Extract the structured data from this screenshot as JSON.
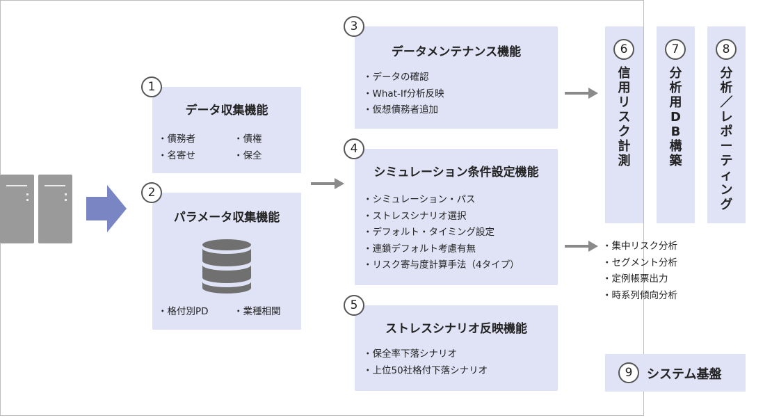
{
  "box1": {
    "num": "1",
    "title": "データ収集機能",
    "items": [
      "債務者",
      "名寄せ",
      "債権",
      "保全"
    ]
  },
  "box2": {
    "num": "2",
    "title": "パラメータ収集機能",
    "items": [
      "格付別PD",
      "業種相関"
    ]
  },
  "box3": {
    "num": "3",
    "title": "データメンテナンス機能",
    "items": [
      "データの確認",
      "What-If分析反映",
      "仮想債務者追加"
    ]
  },
  "box4": {
    "num": "4",
    "title": "シミュレーション条件設定機能",
    "items": [
      "シミュレーション・パス",
      "ストレスシナリオ選択",
      "デフォルト・タイミング設定",
      "連鎖デフォルト考慮有無",
      "リスク寄与度計算手法（4タイプ）"
    ]
  },
  "box5": {
    "num": "5",
    "title": "ストレスシナリオ反映機能",
    "items": [
      "保全率下落シナリオ",
      "上位50社格付下落シナリオ"
    ]
  },
  "box6": {
    "num": "6",
    "chars": [
      "信",
      "用",
      "リ",
      "ス",
      "ク",
      "計",
      "測"
    ]
  },
  "box7": {
    "num": "7",
    "chars": [
      "分",
      "析",
      "用",
      "D",
      "B",
      "構",
      "築"
    ]
  },
  "box8": {
    "num": "8",
    "chars": [
      "分",
      "析",
      "／",
      "レ",
      "ポ",
      "ー",
      "テ",
      "ィ",
      "ン",
      "グ"
    ]
  },
  "outputs": [
    "集中リスク分析",
    "セグメント分析",
    "定例帳票出力",
    "時系列傾向分析"
  ],
  "box9": {
    "num": "9",
    "title": "システム基盤"
  },
  "colors": {
    "box_fill": "#dfe3f5",
    "arrow_blue": "#7a85c4",
    "arrow_gray": "#8a8a8a",
    "server": "#9a9a9a"
  },
  "icons": [
    "server-icon",
    "database-icon",
    "arrow-right-icon"
  ]
}
